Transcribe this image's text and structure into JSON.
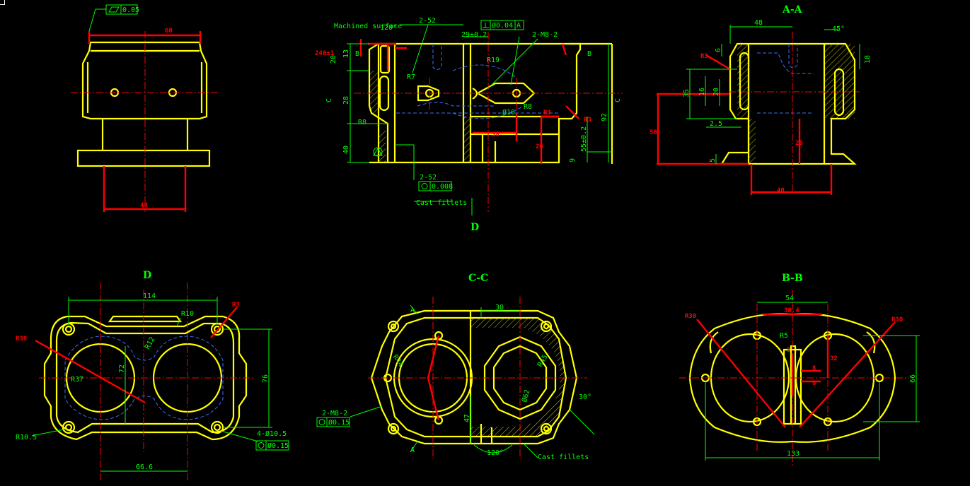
{
  "titles": {
    "aa": "A-A",
    "d": "D",
    "cc": "C-C",
    "bb": "B-B",
    "d_arrow": "D"
  },
  "tolerances": {
    "flatness_top": "0.05",
    "perp": "Ø0.04",
    "perp_datum": "A",
    "cyl": "0.008",
    "pos_d": "Ø0.15",
    "pos_cc": "Ø0.15"
  },
  "dims": {
    "front": {
      "angle_top": "120°",
      "thread_top": "2-52",
      "d29": "29±0.2",
      "m8": "2-M8-2",
      "r19": "R19",
      "r7": "R7",
      "r8a": "R8",
      "r8b": "R8",
      "d16": "Ø16",
      "d20": "20",
      "d13": "13",
      "d28": "28",
      "d40": "40",
      "d92": "92",
      "d55": "55±0.2",
      "d9": "9",
      "thread_bot": "2-52",
      "sec_b1": "B",
      "sec_b2": "B",
      "sec_c1": "C",
      "sec_c2": "C"
    },
    "aa": {
      "d48": "48",
      "d45": "45°",
      "d6": "6",
      "d18": "18",
      "d35": "35",
      "d16": "16",
      "d20": "20",
      "d25": "2.5",
      "d5": "5"
    },
    "d": {
      "d114": "114",
      "r10": "R10",
      "r12": "R12",
      "r37": "R37",
      "d72": "72",
      "d76": "76",
      "r105": "R10.5",
      "holes": "4-Ø10.5",
      "d666": "66.6"
    },
    "cc": {
      "d30": "30",
      "r45": "R45",
      "r44": "R44",
      "d62": "Ø62",
      "a30": "30°",
      "d47": "47",
      "a120": "120°",
      "m8": "2-M8-2",
      "sec_a1": "A",
      "sec_a2": "A"
    },
    "bb": {
      "d54": "54",
      "r5": "R5",
      "d66": "66",
      "d133": "133"
    }
  },
  "callouts": {
    "machined_face": "Machined surface",
    "cast_rounds": "Cast fillets"
  }
}
